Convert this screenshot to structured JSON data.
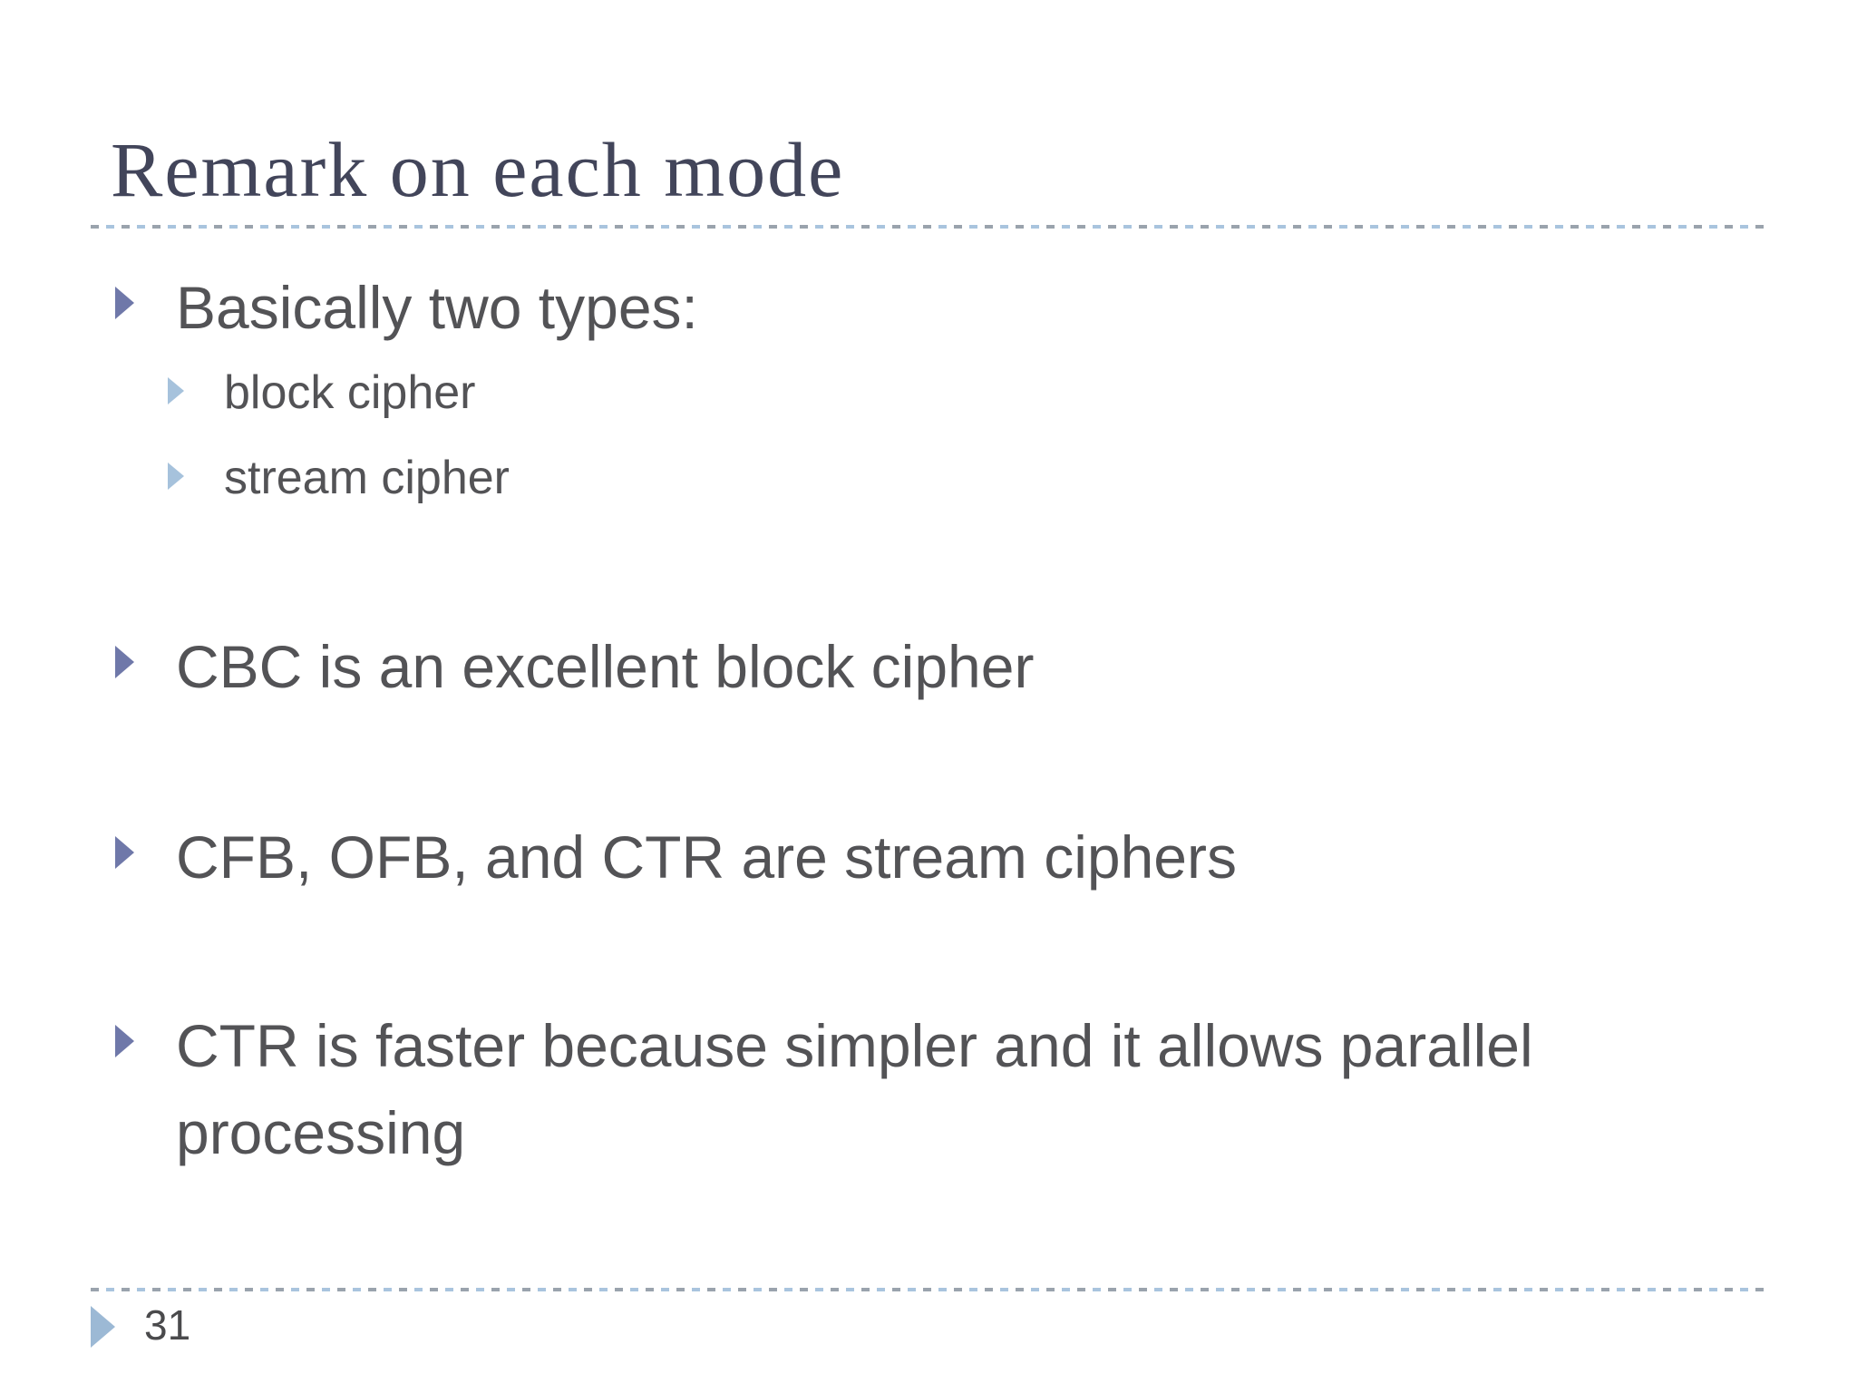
{
  "slide": {
    "title": "Remark on each mode",
    "bullets": [
      {
        "level": 1,
        "text": "Basically two types:"
      },
      {
        "level": 2,
        "text": "block cipher"
      },
      {
        "level": 2,
        "text": "stream cipher"
      },
      {
        "level": 1,
        "text": "CBC is an excellent block cipher"
      },
      {
        "level": 1,
        "text": "CFB, OFB, and CTR are stream ciphers"
      },
      {
        "level": 1,
        "text": "CTR is faster because simpler and it allows parallel processing"
      }
    ],
    "page_number": "31",
    "icons": {
      "bullet_level1": "right-triangle",
      "bullet_level2": "right-triangle",
      "page_marker": "right-triangle"
    },
    "colors": {
      "title": "#42455a",
      "body_text": "#535356",
      "bullet_level1": "#6f78a9",
      "bullet_level2": "#a6c2dc",
      "page_triangle": "#9cb9d5",
      "page_text": "#4a4a4c",
      "dash_gray": "#9aa3ad",
      "dash_blue": "#a9c4de"
    }
  }
}
